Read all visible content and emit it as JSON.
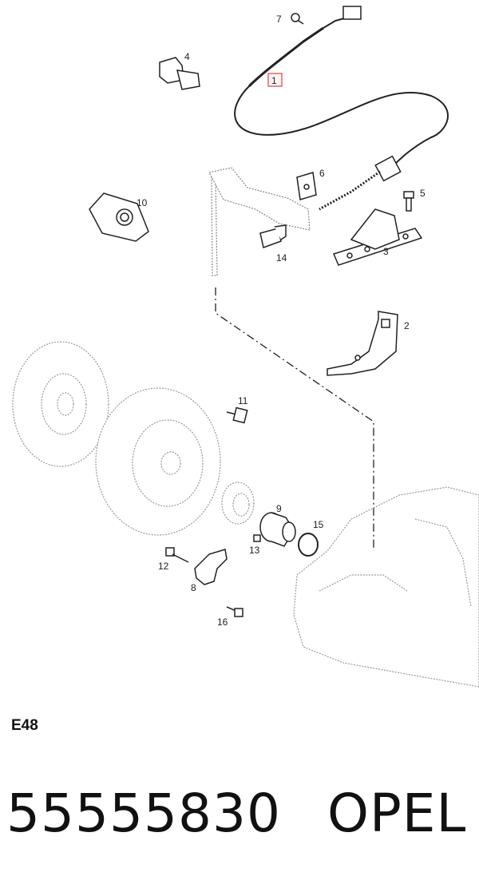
{
  "page_code": "E48",
  "part_number": "55555830",
  "brand": "OPEL",
  "highlight_color": "#e04040",
  "callouts": [
    {
      "id": "c1",
      "label": "1"
    },
    {
      "id": "c2",
      "label": "2"
    },
    {
      "id": "c3",
      "label": "3"
    },
    {
      "id": "c4",
      "label": "4"
    },
    {
      "id": "c5",
      "label": "5"
    },
    {
      "id": "c6",
      "label": "6"
    },
    {
      "id": "c7",
      "label": "7"
    },
    {
      "id": "c8",
      "label": "8"
    },
    {
      "id": "c9",
      "label": "9"
    },
    {
      "id": "c10",
      "label": "10"
    },
    {
      "id": "c11",
      "label": "11"
    },
    {
      "id": "c12",
      "label": "12"
    },
    {
      "id": "c13",
      "label": "13"
    },
    {
      "id": "c14",
      "label": "14"
    },
    {
      "id": "c15",
      "label": "15"
    },
    {
      "id": "c16",
      "label": "16"
    }
  ]
}
